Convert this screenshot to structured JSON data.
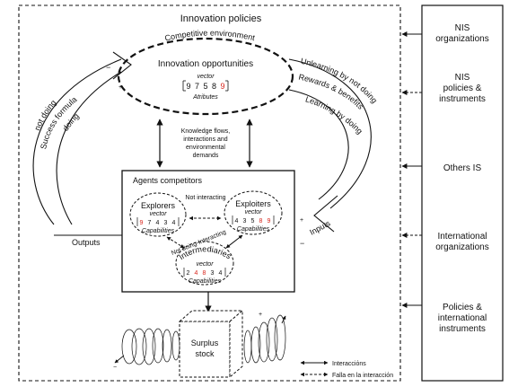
{
  "title": "Innovation policies",
  "central_ellipse": {
    "top_label": "Competitive environment",
    "title": "Innovation opportunities",
    "vector_label": "vector",
    "vector_values": [
      "9",
      "7",
      "5",
      "8",
      "9"
    ],
    "sub_label": "Atributes"
  },
  "left_arc": {
    "labels": [
      "not doing",
      "Success formula",
      "doing"
    ],
    "minus": "−",
    "plus": "+"
  },
  "right_arc": {
    "labels": [
      "Unlearning by not doing",
      "Rewards & benefits",
      "Learning by doing"
    ],
    "plus": "+",
    "minus": "−"
  },
  "middle_text": [
    "Knowledge flows,",
    "interactions and",
    "environmental",
    "demands"
  ],
  "agents_box": {
    "title": "Agents competitors",
    "explorers": {
      "title": "Explorers",
      "vector_label": "vector",
      "values": [
        "9",
        "7",
        "4",
        "3",
        "4"
      ],
      "sub_label": "Capabilities"
    },
    "exploiters": {
      "title": "Exploiters",
      "vector_label": "vector",
      "values": [
        "4",
        "3",
        "5",
        "8",
        "9"
      ],
      "sub_label": "Capabilities"
    },
    "intermediaries": {
      "title": "Intermediaries",
      "vector_label": "vector",
      "values": [
        "2",
        "4",
        "8",
        "3",
        "4"
      ],
      "sub_label": "Capabilities"
    },
    "not_interacting": "Not interacting",
    "not_doing_interacting": "Not doing-Interacting"
  },
  "outputs_label": "Outputs",
  "inputs_label": "Inputs",
  "surplus": {
    "line1": "Surplus",
    "line2": "stock"
  },
  "legend": {
    "solid": "Interacciόns",
    "dashed": "Falla en la interacciόn"
  },
  "right_panel": {
    "items": [
      [
        "NIS",
        "organizations"
      ],
      [
        "NIS",
        "policies &",
        "instruments"
      ],
      [
        "Others IS"
      ],
      [
        "International",
        "organizations"
      ],
      [
        "Policies &",
        "international",
        "instruments"
      ]
    ]
  },
  "colors": {
    "ink": "#111111",
    "highlight": "#d9241b",
    "background": "#ffffff"
  }
}
